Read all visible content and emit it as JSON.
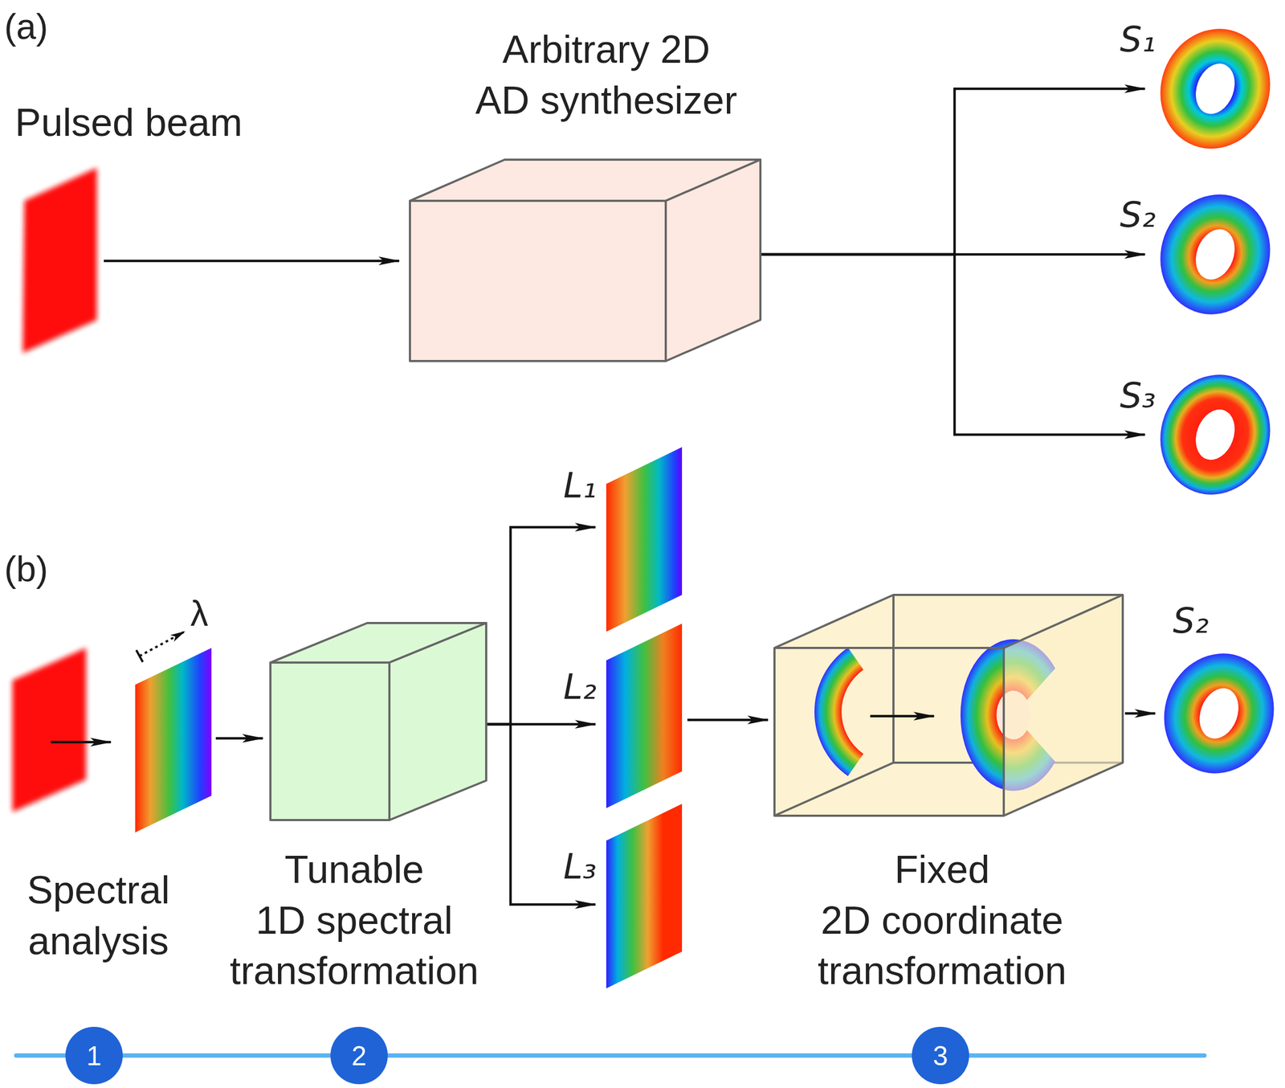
{
  "diagram": {
    "nodes": [
      {
        "text": [
          "Pulsed beam"
        ]
      },
      {
        "text": [
          "Arbitrary 2D AD synthesizer"
        ]
      },
      {
        "text": [
          "S₁"
        ]
      },
      {
        "text": [
          "S₂"
        ]
      },
      {
        "text": [
          "S₃"
        ]
      },
      {
        "text": [
          "Spectral analysis"
        ]
      },
      {
        "text": [
          "Tunable 1D spectral transformation"
        ]
      },
      {
        "text": [
          "L₁"
        ]
      },
      {
        "text": [
          "L₂"
        ]
      },
      {
        "text": [
          "L₃"
        ]
      },
      {
        "text": [
          "Fixed 2D coordinate transformation"
        ]
      },
      {
        "text": [
          "S₂"
        ]
      },
      {
        "text": [
          "1"
        ]
      },
      {
        "text": [
          "2"
        ]
      },
      {
        "text": [
          "3"
        ]
      }
    ],
    "edges": [
      {
        "from": 0,
        "to": 1,
        "arrow": "to"
      },
      {
        "from": 1,
        "to": 2,
        "arrow": "to"
      },
      {
        "from": 1,
        "to": 3,
        "arrow": "to"
      },
      {
        "from": 1,
        "to": 4,
        "arrow": "to"
      },
      {
        "from": 5,
        "to": 6,
        "arrow": "to"
      },
      {
        "from": 6,
        "to": 7,
        "arrow": "to"
      },
      {
        "from": 6,
        "to": 8,
        "arrow": "to"
      },
      {
        "from": 6,
        "to": 9,
        "arrow": "to"
      },
      {
        "from": 8,
        "to": 10,
        "arrow": "to"
      },
      {
        "from": 10,
        "to": 11,
        "arrow": "to"
      }
    ],
    "labels": [
      "(a)",
      "(b)",
      "λ"
    ]
  }
}
